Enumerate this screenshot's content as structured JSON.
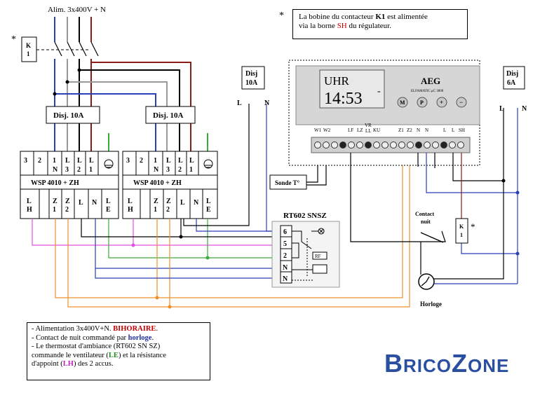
{
  "supply": {
    "label": "Alim. 3x400V + N"
  },
  "star": "*",
  "k1": {
    "k": "K",
    "n": "1"
  },
  "disj_left": "Disj. 10A",
  "disj_right": "Disj. 10A",
  "disj_small_1": {
    "line1": "Disj",
    "line2": "10A"
  },
  "disj_small_2": {
    "line1": "Disj",
    "line2": "6A"
  },
  "phase_L": "L",
  "phase_N": "N",
  "wsp": {
    "title": "WSP 4010 + ZH",
    "top": [
      "3",
      "2",
      "1",
      "L",
      "L",
      "L"
    ],
    "top_sub": [
      "",
      "",
      "N",
      "3",
      "2",
      "1"
    ],
    "bottom": [
      "L",
      "Z",
      "Z",
      "L",
      "N",
      "L"
    ],
    "bottom_sub": [
      "H",
      "1",
      "2",
      "",
      "",
      "E"
    ]
  },
  "regulator": {
    "display_top": "UHR",
    "display_time": "14:53",
    "brand": "AEG",
    "model": "ELFAMATIC μC 3000",
    "buttons": [
      "M",
      "P",
      "+",
      "−"
    ],
    "terminals_left": [
      "W1",
      "W2"
    ],
    "terminals_mid": [
      "LF",
      "LZ",
      "VR",
      "LL",
      "KU"
    ],
    "terminals_right": [
      "Z1",
      "Z2",
      "N",
      "N",
      "L",
      "L",
      "SH"
    ]
  },
  "sonde": "Sonde T°",
  "rt602": {
    "title": "RT602  SNSZ",
    "terminals": [
      "6",
      "5",
      "2",
      "N",
      "N"
    ],
    "rf": "RF"
  },
  "contact_nuit": {
    "line1": "Contact",
    "line2": "nuit"
  },
  "horloge": "Horloge",
  "top_note": {
    "line1_a": "La bobine du contacteur ",
    "line1_b": "K1",
    "line1_c": " est alimentée",
    "line2_a": "via la borne ",
    "line2_b": "SH",
    "line2_c": " du régulateur."
  },
  "bottom_note": {
    "l1_a": "- Alimentation 3x400V+N. ",
    "l1_b": "BIHORAIRE",
    "l1_c": ".",
    "l2_a": "- Contact de nuit commandé par ",
    "l2_b": "horloge",
    "l2_c": ".",
    "l3": "- Le thermostat d'ambiance (RT602 SN SZ)",
    "l4_a": "commande le ventilateur (",
    "l4_b": "LE",
    "l4_c": ") et la résistance",
    "l5_a": "d'appoint (",
    "l5_b": "LH",
    "l5_c": ") des 2 accus."
  },
  "logo": {
    "b": "B",
    "rico": "RICO",
    "z": "Z",
    "one": "ONE"
  },
  "colors": {
    "brown": "#8b1a1a",
    "black": "#000000",
    "grey": "#9a9a9a",
    "blue": "#2a3fb8",
    "orange": "#f0902a",
    "magenta": "#e050e0",
    "green": "#3aaa3a",
    "wsp_blue": "#1f2fa0"
  }
}
